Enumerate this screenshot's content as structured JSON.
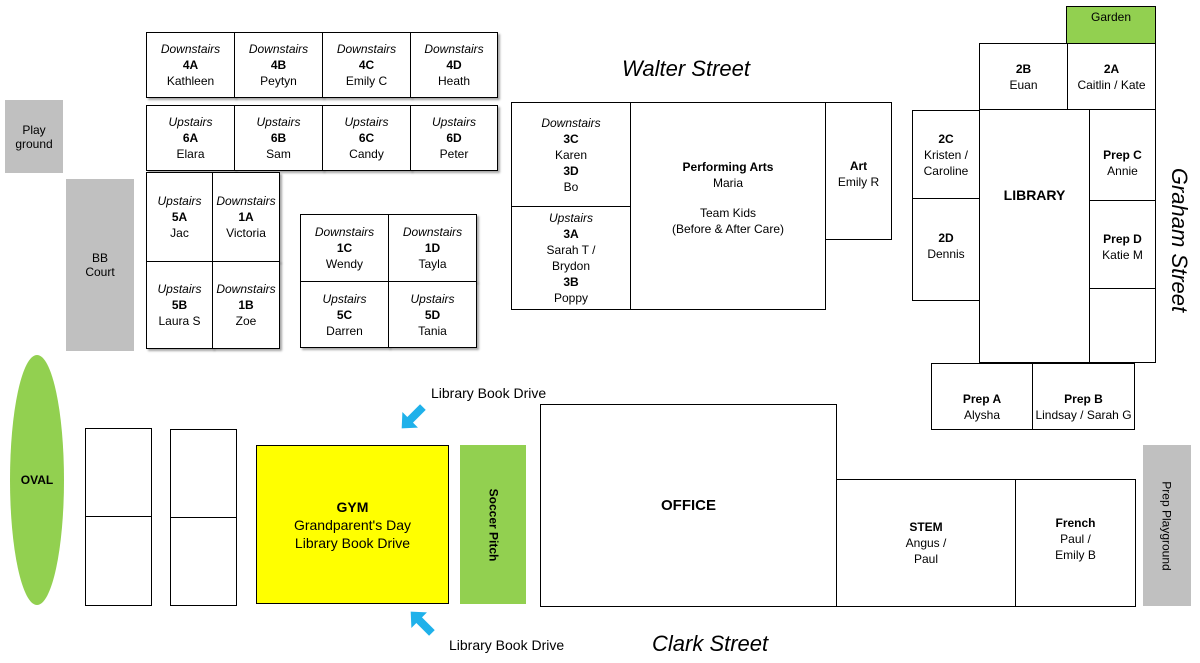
{
  "streets": {
    "north": "Walter Street",
    "south": "Clark Street",
    "east": "Graham Street"
  },
  "outdoor": {
    "playground": [
      "Play",
      "ground"
    ],
    "bb_court": [
      "BB",
      "Court"
    ],
    "oval": "OVAL",
    "soccer_pitch": "Soccer Pitch",
    "prep_playground": "Prep Playground",
    "garden": "Garden"
  },
  "rooms": {
    "r4a": {
      "floor": "Downstairs",
      "code": "4A",
      "teacher": "Kathleen"
    },
    "r4b": {
      "floor": "Downstairs",
      "code": "4B",
      "teacher": "Peytyn"
    },
    "r4c": {
      "floor": "Downstairs",
      "code": "4C",
      "teacher": "Emily C"
    },
    "r4d": {
      "floor": "Downstairs",
      "code": "4D",
      "teacher": "Heath"
    },
    "r6a": {
      "floor": "Upstairs",
      "code": "6A",
      "teacher": "Elara"
    },
    "r6b": {
      "floor": "Upstairs",
      "code": "6B",
      "teacher": "Sam"
    },
    "r6c": {
      "floor": "Upstairs",
      "code": "6C",
      "teacher": "Candy"
    },
    "r6d": {
      "floor": "Upstairs",
      "code": "6D",
      "teacher": "Peter"
    },
    "r5a": {
      "floor": "Upstairs",
      "code": "5A",
      "teacher": "Jac"
    },
    "r1a": {
      "floor": "Downstairs",
      "code": "1A",
      "teacher": "Victoria"
    },
    "r5b": {
      "floor": "Upstairs",
      "code": "5B",
      "teacher": "Laura S"
    },
    "r1b": {
      "floor": "Downstairs",
      "code": "1B",
      "teacher": "Zoe"
    },
    "r1c": {
      "floor": "Downstairs",
      "code": "1C",
      "teacher": "Wendy"
    },
    "r1d": {
      "floor": "Downstairs",
      "code": "1D",
      "teacher": "Tayla"
    },
    "r5c": {
      "floor": "Upstairs",
      "code": "5C",
      "teacher": "Darren"
    },
    "r5d": {
      "floor": "Upstairs",
      "code": "5D",
      "teacher": "Tania"
    },
    "r3c3d": {
      "floor": "Downstairs",
      "code1": "3C",
      "teacher1": "Karen",
      "code2": "3D",
      "teacher2": "Bo"
    },
    "r3a3b": {
      "floor": "Upstairs",
      "code1": "3A",
      "teacher1a": "Sarah T /",
      "teacher1b": "Brydon",
      "code2": "3B",
      "teacher2": "Poppy"
    },
    "performing_arts": {
      "name": "Performing Arts",
      "teacher": "Maria",
      "line1": "Team Kids",
      "line2": "(Before & After Care)"
    },
    "art": {
      "name": "Art",
      "teacher": "Emily R"
    },
    "r2b": {
      "code": "2B",
      "teacher": "Euan"
    },
    "r2a": {
      "code": "2A",
      "teacher": "Caitlin / Kate"
    },
    "r2c": {
      "code": "2C",
      "teacher_a": "Kristen /",
      "teacher_b": "Caroline"
    },
    "r2d": {
      "code": "2D",
      "teacher": "Dennis"
    },
    "library": {
      "name": "LIBRARY"
    },
    "prep_c": {
      "name": "Prep C",
      "teacher": "Annie"
    },
    "prep_d": {
      "name": "Prep D",
      "teacher": "Katie M"
    },
    "prep_a": {
      "name": "Prep A",
      "teacher": "Alysha"
    },
    "prep_b": {
      "name": "Prep B",
      "teacher": "Lindsay / Sarah G"
    },
    "gym": {
      "name": "GYM",
      "line1": "Grandparent's Day",
      "line2": "Library Book Drive"
    },
    "office": {
      "name": "OFFICE"
    },
    "stem": {
      "name": "STEM",
      "teacher_a": "Angus /",
      "teacher_b": "Paul"
    },
    "french": {
      "name": "French",
      "teacher_a": "Paul /",
      "teacher_b": "Emily B"
    }
  },
  "callouts": {
    "top": "Library Book Drive",
    "bottom": "Library Book Drive"
  },
  "colors": {
    "gym": "#ffff00",
    "green_area": "#92d050",
    "gray_area": "#c0c0c0",
    "arrow": "#1fb1ea"
  }
}
